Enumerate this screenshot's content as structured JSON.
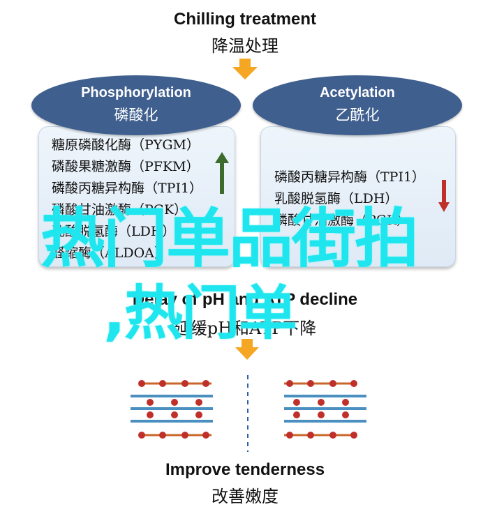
{
  "header": {
    "title_en": "Chilling treatment",
    "title_cn": "降温处理"
  },
  "left": {
    "title_en": "Phosphorylation",
    "title_cn": "磷酸化",
    "items": [
      "糖原磷酸化酶（PYGM）",
      "磷酸果糖激酶（PFKM）",
      "磷酸丙糖异构酶（TPI1）",
      "磷酸甘油激酶（PGK）",
      "乳酸脱氢酶（LDH）",
      "醛缩酶（ALDOA）"
    ],
    "trend": "up"
  },
  "right": {
    "title_en": "Acetylation",
    "title_cn": "乙酰化",
    "items": [
      "磷酸丙糖异构酶（TPI1）",
      "乳酸脱氢酶（LDH）",
      "磷酸甘油激酶（PGK）"
    ],
    "trend": "down"
  },
  "middle": {
    "title_en": "Delay of pH and ATP decline",
    "title_cn": "延缓pH和ATP下降"
  },
  "footer": {
    "title_en": "Improve tenderness",
    "title_cn": "改善嫩度"
  },
  "watermark": {
    "line1": "热门单品街拍",
    "line2": ",热门单"
  },
  "colors": {
    "ellipse": "#3f5f8f",
    "arrow": "#f5a623",
    "up_arrow": "#3d6b2e",
    "down_arrow": "#c0302a",
    "watermark": "#1fe6ee",
    "fiber": "#4a8fc0",
    "node": "#c0302a"
  }
}
